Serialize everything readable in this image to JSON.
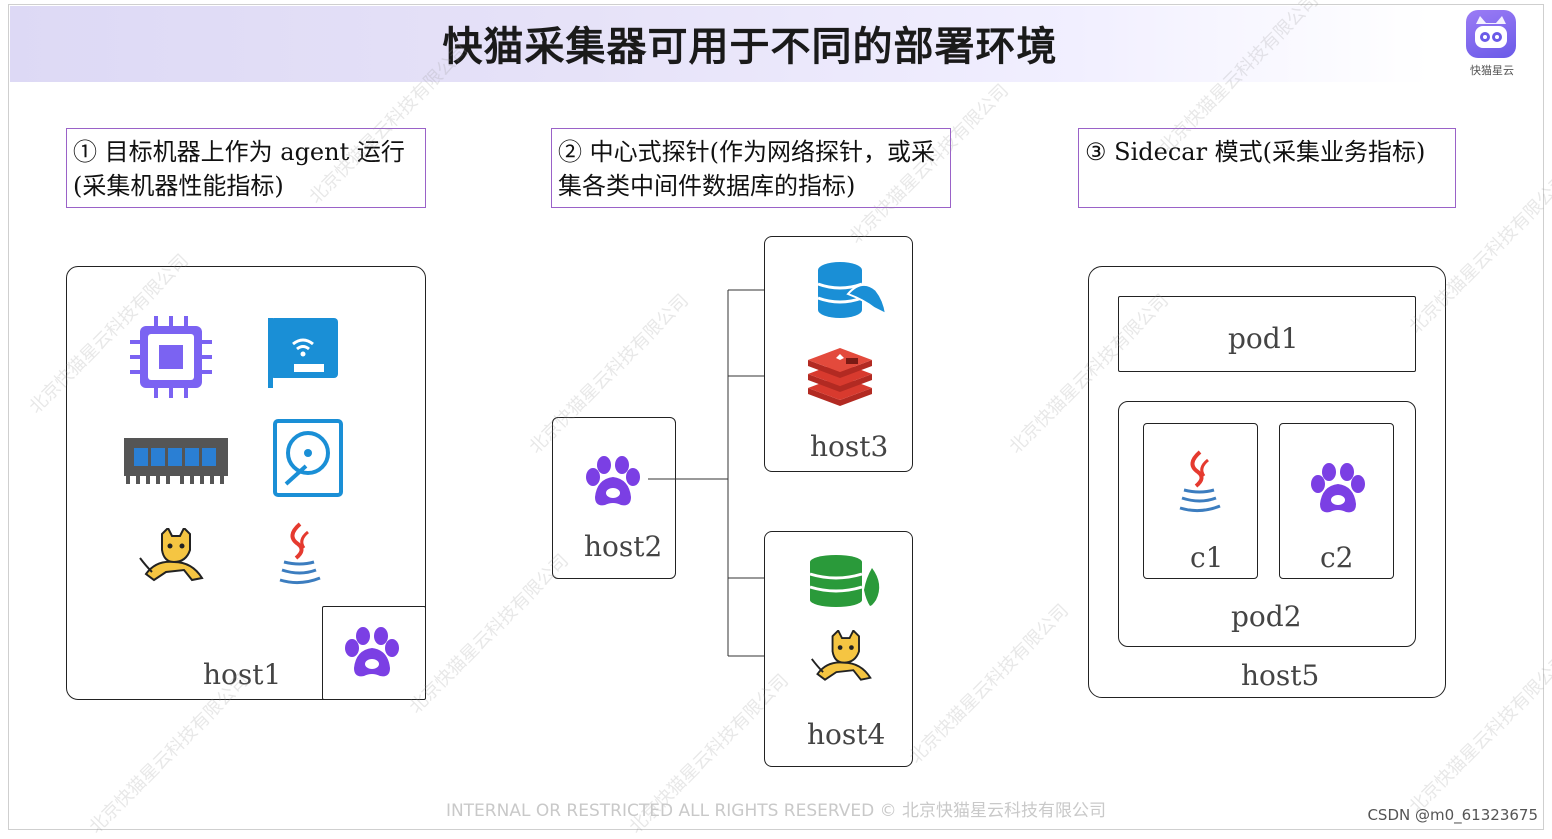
{
  "title": "快猫采集器可用于不同的部署环境",
  "logo": {
    "label": "快猫星云",
    "icon": "cat-logo-icon"
  },
  "captions": [
    {
      "text": "① 目标机器上作为 agent 运行(采集机器性能指标)"
    },
    {
      "text": "② 中心式探针(作为网络探针，或采集各类中间件数据库的指标)"
    },
    {
      "text": "③ Sidecar 模式(采集业务指标)"
    }
  ],
  "hosts": {
    "host1": "host1",
    "host2": "host2",
    "host3": "host3",
    "host4": "host4",
    "host5": "host5"
  },
  "pods": {
    "pod1": "pod1",
    "pod2": "pod2"
  },
  "containers": {
    "c1": "c1",
    "c2": "c2"
  },
  "icons": [
    "cpu-icon",
    "network-card-icon",
    "memory-icon",
    "disk-icon",
    "tomcat-icon",
    "java-icon",
    "paw-icon",
    "mysql-icon",
    "redis-icon",
    "mongodb-icon"
  ],
  "colors": {
    "accent": "#7b3fe4",
    "caption_border": "#9a62c8",
    "title_bg": "#ddd9f5"
  },
  "watermark": "北京快猫星云科技有限公司",
  "footer": "INTERNAL OR RESTRICTED ALL RIGHTS RESERVED © 北京快猫星云科技有限公司",
  "credit": "CSDN @m0_61323675"
}
